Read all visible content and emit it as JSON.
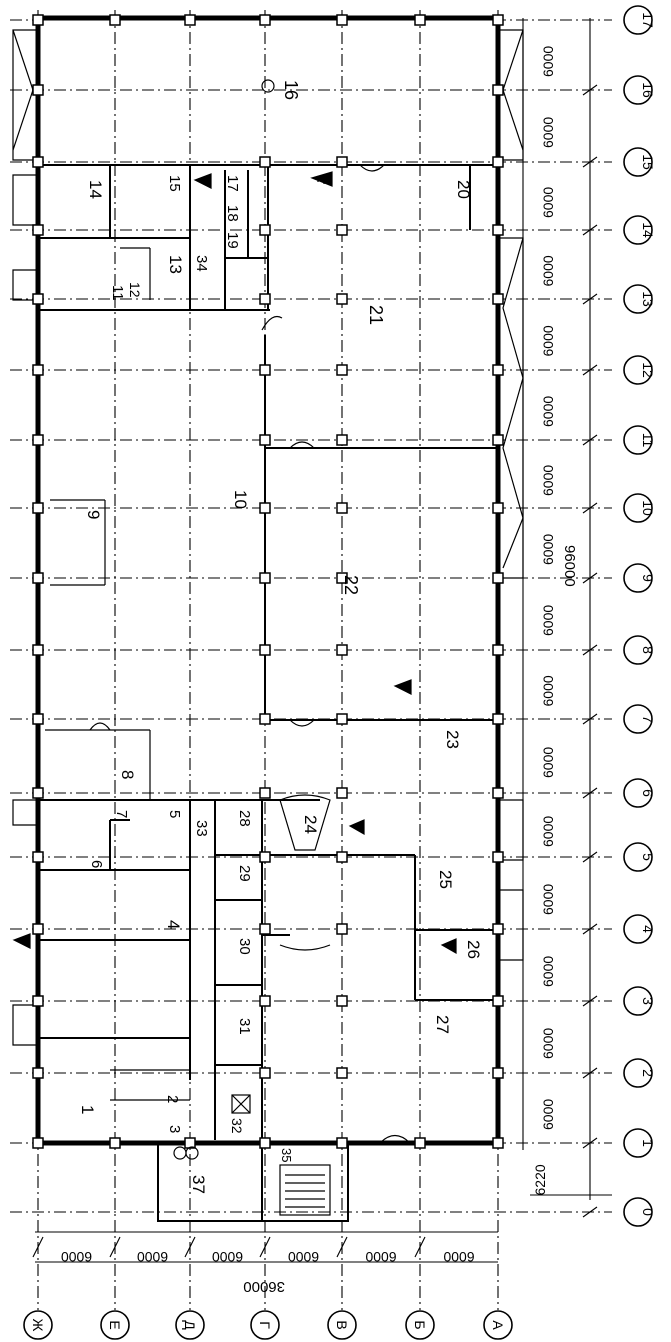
{
  "drawing": {
    "type": "floor-plan",
    "orientation": "rotated-90-clockwise",
    "line_color": "#000000",
    "background": "#ffffff"
  },
  "longitudinal_axes": {
    "labels": [
      "0",
      "1",
      "2",
      "3",
      "4",
      "5",
      "6",
      "7",
      "8",
      "9",
      "10",
      "11",
      "12",
      "13",
      "14",
      "15",
      "16",
      "17"
    ],
    "spacings": [
      "6220",
      "6000",
      "6000",
      "6000",
      "6000",
      "6000",
      "6000",
      "6000",
      "6000",
      "6000",
      "6000",
      "6000",
      "6000",
      "6000",
      "6000",
      "6000",
      "6000"
    ],
    "total": "96000"
  },
  "transverse_axes": {
    "labels": [
      "Ж",
      "Е",
      "Д",
      "Г",
      "В",
      "Б",
      "А"
    ],
    "spacings": [
      "6000",
      "6000",
      "6000",
      "6000",
      "6000",
      "6000"
    ],
    "total": "36000"
  },
  "rooms": [
    "1",
    "2",
    "3",
    "4",
    "5",
    "6",
    "7",
    "8",
    "9",
    "10",
    "11",
    "12",
    "13",
    "14",
    "15",
    "16",
    "17",
    "18",
    "19",
    "20",
    "21",
    "22",
    "23",
    "24",
    "25",
    "26",
    "27",
    "28",
    "29",
    "30",
    "31",
    "32",
    "33",
    "34",
    "35",
    "37"
  ]
}
